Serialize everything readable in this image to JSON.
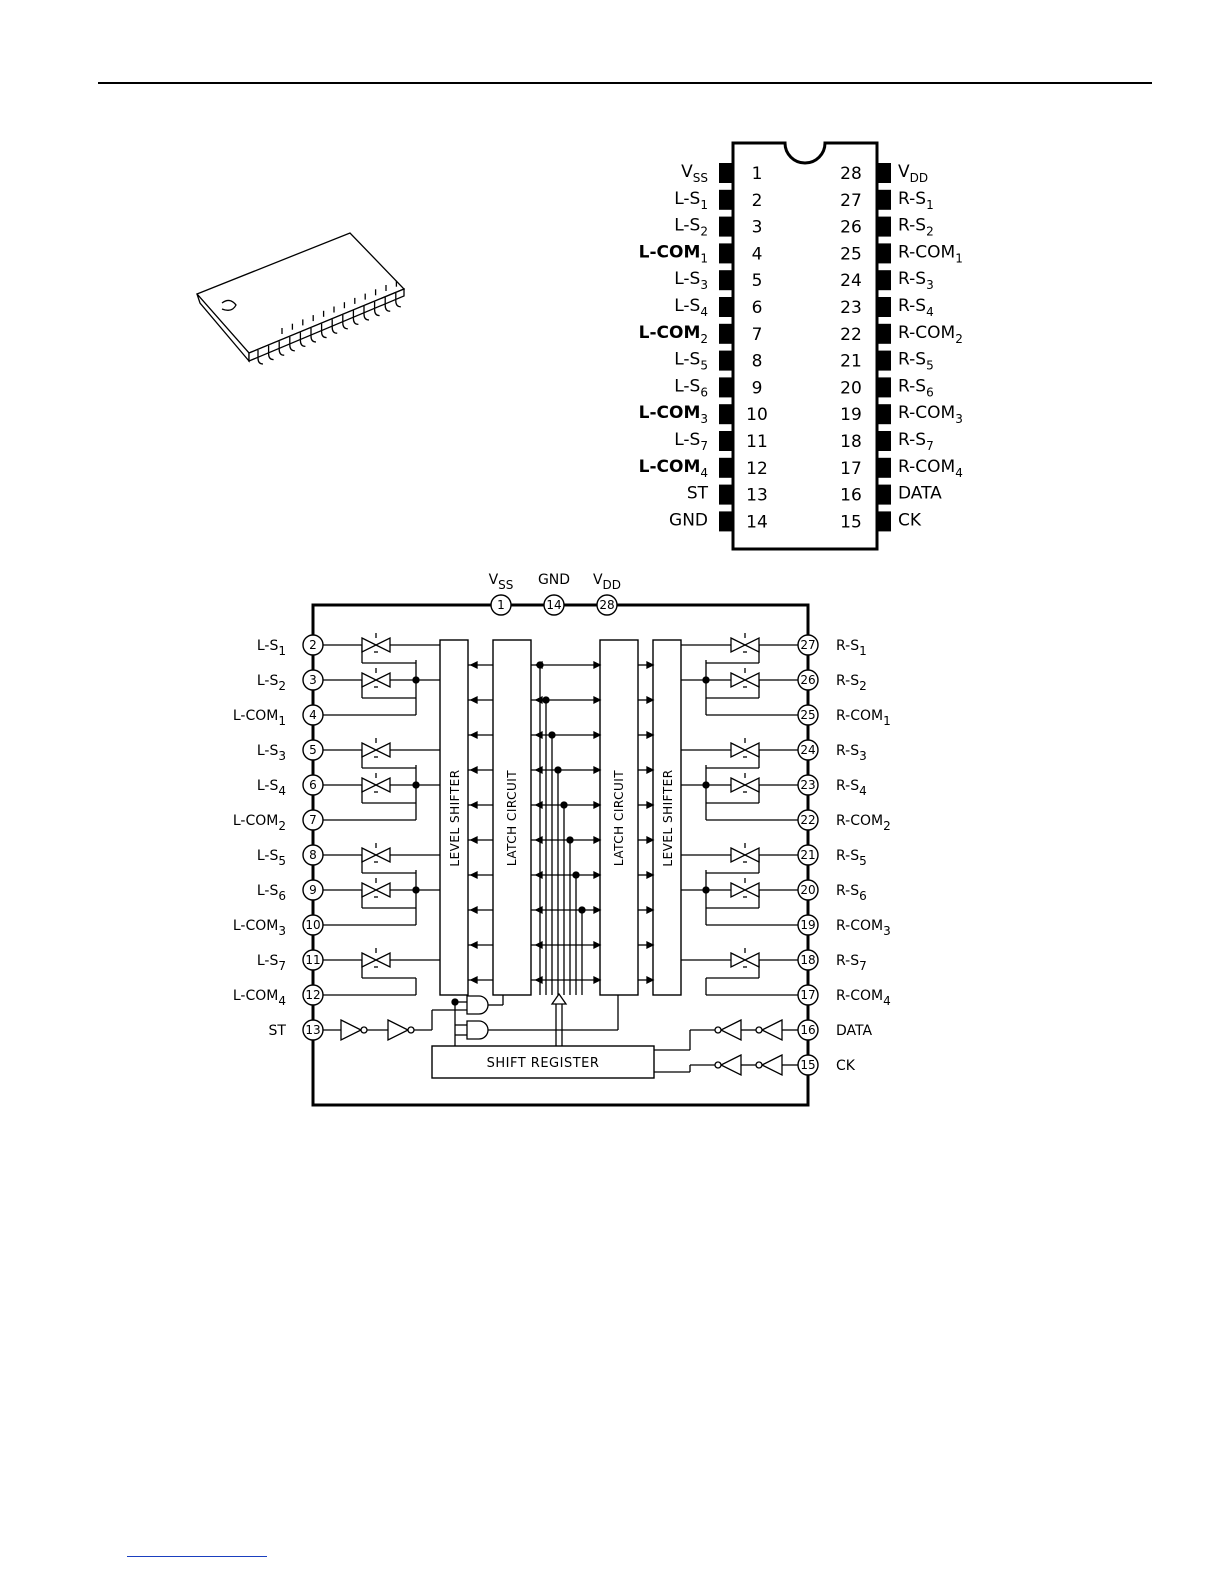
{
  "pin_diagram": {
    "left_pins": [
      {
        "num": "1",
        "name": "V",
        "sub": "SS",
        "bold": false
      },
      {
        "num": "2",
        "name": "L-S",
        "sub": "1",
        "bold": false
      },
      {
        "num": "3",
        "name": "L-S",
        "sub": "2",
        "bold": false
      },
      {
        "num": "4",
        "name": "L-COM",
        "sub": "1",
        "bold": true
      },
      {
        "num": "5",
        "name": "L-S",
        "sub": "3",
        "bold": false
      },
      {
        "num": "6",
        "name": "L-S",
        "sub": "4",
        "bold": false
      },
      {
        "num": "7",
        "name": "L-COM",
        "sub": "2",
        "bold": true
      },
      {
        "num": "8",
        "name": "L-S",
        "sub": "5",
        "bold": false
      },
      {
        "num": "9",
        "name": "L-S",
        "sub": "6",
        "bold": false
      },
      {
        "num": "10",
        "name": "L-COM",
        "sub": "3",
        "bold": true
      },
      {
        "num": "11",
        "name": "L-S",
        "sub": "7",
        "bold": false
      },
      {
        "num": "12",
        "name": "L-COM",
        "sub": "4",
        "bold": true
      },
      {
        "num": "13",
        "name": "ST",
        "sub": "",
        "bold": false
      },
      {
        "num": "14",
        "name": "GND",
        "sub": "",
        "bold": false
      }
    ],
    "right_pins": [
      {
        "num": "28",
        "name": "V",
        "sub": "DD"
      },
      {
        "num": "27",
        "name": "R-S",
        "sub": "1"
      },
      {
        "num": "26",
        "name": "R-S",
        "sub": "2"
      },
      {
        "num": "25",
        "name": "R-COM",
        "sub": "1"
      },
      {
        "num": "24",
        "name": "R-S",
        "sub": "3"
      },
      {
        "num": "23",
        "name": "R-S",
        "sub": "4"
      },
      {
        "num": "22",
        "name": "R-COM",
        "sub": "2"
      },
      {
        "num": "21",
        "name": "R-S",
        "sub": "5"
      },
      {
        "num": "20",
        "name": "R-S",
        "sub": "6"
      },
      {
        "num": "19",
        "name": "R-COM",
        "sub": "3"
      },
      {
        "num": "18",
        "name": "R-S",
        "sub": "7"
      },
      {
        "num": "17",
        "name": "R-COM",
        "sub": "4"
      },
      {
        "num": "16",
        "name": "DATA",
        "sub": ""
      },
      {
        "num": "15",
        "name": "CK",
        "sub": ""
      }
    ]
  },
  "block_diagram": {
    "top_pins": [
      {
        "num": "1",
        "name": "V",
        "sub": "SS"
      },
      {
        "num": "14",
        "name": "GND",
        "sub": ""
      },
      {
        "num": "28",
        "name": "V",
        "sub": "DD"
      }
    ],
    "left_pins": [
      {
        "num": "2",
        "name": "L-S",
        "sub": "1"
      },
      {
        "num": "3",
        "name": "L-S",
        "sub": "2"
      },
      {
        "num": "4",
        "name": "L-COM",
        "sub": "1"
      },
      {
        "num": "5",
        "name": "L-S",
        "sub": "3"
      },
      {
        "num": "6",
        "name": "L-S",
        "sub": "4"
      },
      {
        "num": "7",
        "name": "L-COM",
        "sub": "2"
      },
      {
        "num": "8",
        "name": "L-S",
        "sub": "5"
      },
      {
        "num": "9",
        "name": "L-S",
        "sub": "6"
      },
      {
        "num": "10",
        "name": "L-COM",
        "sub": "3"
      },
      {
        "num": "11",
        "name": "L-S",
        "sub": "7"
      },
      {
        "num": "12",
        "name": "L-COM",
        "sub": "4"
      },
      {
        "num": "13",
        "name": "ST",
        "sub": ""
      }
    ],
    "right_pins": [
      {
        "num": "27",
        "name": "R-S",
        "sub": "1"
      },
      {
        "num": "26",
        "name": "R-S",
        "sub": "2"
      },
      {
        "num": "25",
        "name": "R-COM",
        "sub": "1"
      },
      {
        "num": "24",
        "name": "R-S",
        "sub": "3"
      },
      {
        "num": "23",
        "name": "R-S",
        "sub": "4"
      },
      {
        "num": "22",
        "name": "R-COM",
        "sub": "2"
      },
      {
        "num": "21",
        "name": "R-S",
        "sub": "5"
      },
      {
        "num": "20",
        "name": "R-S",
        "sub": "6"
      },
      {
        "num": "19",
        "name": "R-COM",
        "sub": "3"
      },
      {
        "num": "18",
        "name": "R-S",
        "sub": "7"
      },
      {
        "num": "17",
        "name": "R-COM",
        "sub": "4"
      },
      {
        "num": "16",
        "name": "DATA",
        "sub": ""
      },
      {
        "num": "15",
        "name": "CK",
        "sub": ""
      }
    ],
    "blocks": {
      "level_shifter": "LEVEL SHIFTER",
      "latch_circuit": "LATCH CIRCUIT",
      "shift_register": "SHIFT REGISTER"
    }
  },
  "colors": {
    "ink": "#000000",
    "footer_link": "#1a3fbf"
  }
}
